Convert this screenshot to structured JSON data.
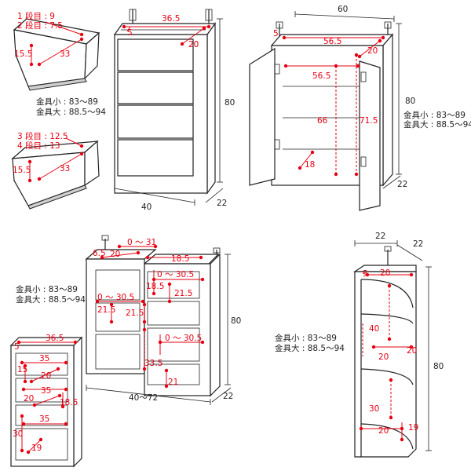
{
  "colors": {
    "accent": "#e60012",
    "line": "#222222"
  },
  "drawer_top": {
    "tier_label_1": "1 段目 : 9",
    "tier_label_2": "2 段目 : 7.5",
    "depth": "15.5",
    "width": "33"
  },
  "drawer_bottom": {
    "tier_label_3": "3 段目 : 12.5",
    "tier_label_4": "4 段目 : 13",
    "depth": "15.5",
    "width": "33"
  },
  "hardware_notes": {
    "small": "金具小 : 83～89",
    "large": "金具大 : 88.5～94"
  },
  "chest": {
    "inner_width": "36.5",
    "front_depth": "5",
    "top_depth": "20",
    "height": "80",
    "width": "40",
    "depth": "22"
  },
  "cabinet": {
    "width": "60",
    "top_front": "5",
    "top_inner": "56.5",
    "top_depth": "20",
    "shelf_width": "56.5",
    "inner_height": "66",
    "total_inner_height": "71.5",
    "shelf_depth": "18",
    "height": "80",
    "depth": "22"
  },
  "extendable": {
    "top_range": "0 ～ 31",
    "front_depth": "6.5",
    "top_depth": "20",
    "right_width": "18.5",
    "mid_range_1": "0 ～ 30.5",
    "mid_height": "18.5",
    "range_left": "0 ～ 30.5",
    "right_height": "21.5",
    "left_height": "21.5",
    "center_height": "21.5",
    "low_range": "0 ～ 30.5",
    "low_height": "33.5",
    "depth_mark": "21",
    "height": "80",
    "width": "40～72",
    "depth": "22"
  },
  "small_chest": {
    "top_width": "36.5",
    "front": "5",
    "shelf_1": "35",
    "shelf_1_h": "15",
    "depth_1": "20",
    "shelf_2": "35",
    "depth_2": "20",
    "shelf_2_h": "18.5",
    "shelf_3": "35",
    "bottom_h": "30",
    "bottom_depth": "19"
  },
  "corner_rack": {
    "width_a": "22",
    "width_b": "22",
    "front": "5",
    "top_depth": "20",
    "mid_height": "40",
    "mid_depth": "20",
    "shelf_depth": "20",
    "lower_height": "30",
    "bottom_depth": "20",
    "bottom_side": "19",
    "height": "80"
  }
}
